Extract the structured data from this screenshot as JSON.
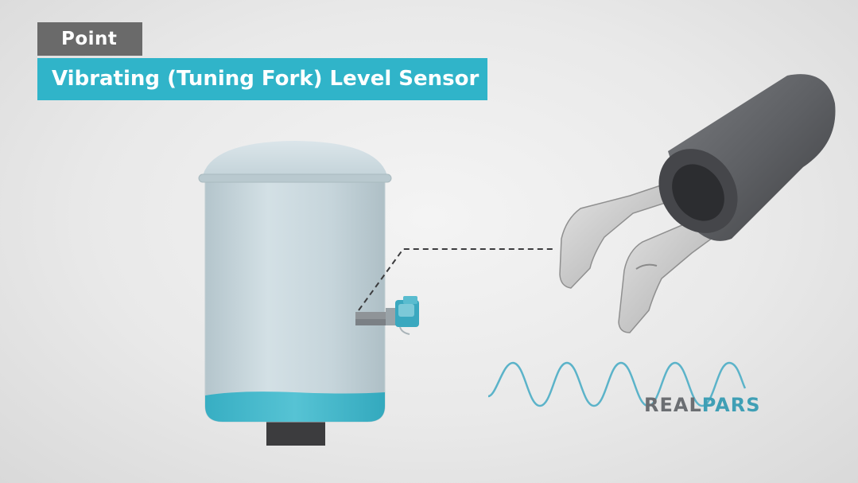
{
  "header": {
    "category_label": "Point",
    "title": "Vibrating (Tuning Fork) Level Sensor"
  },
  "brand": {
    "part1": "REAL",
    "part2": "PARS"
  },
  "colors": {
    "accent": "#30b4c9",
    "category_bg": "#6a6a6a",
    "tank": "#c5d4da",
    "liquid": "#45b9cc",
    "probe": "#6e6f72"
  },
  "icons": {
    "tank": "storage-tank",
    "sensor": "tuning-fork-sensor",
    "wave": "sine-wave"
  }
}
